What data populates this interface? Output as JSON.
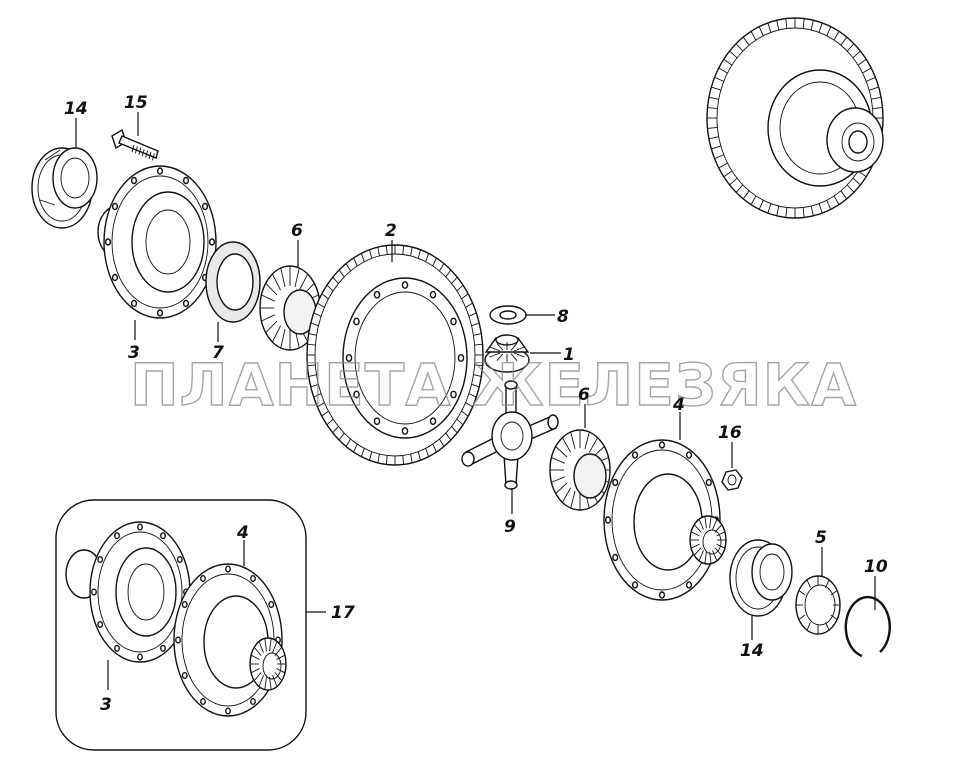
{
  "watermark": "ПЛАНЕТА ЖЕЛЕЗЯКА",
  "callouts": {
    "c14a": "14",
    "c15": "15",
    "c3a": "3",
    "c7": "7",
    "c6a": "6",
    "c2": "2",
    "c8": "8",
    "c1": "1",
    "c6b": "6",
    "c4a": "4",
    "c16": "16",
    "c9": "9",
    "c5": "5",
    "c10": "10",
    "c14b": "14",
    "c4b": "4",
    "c17": "17",
    "c3b": "3"
  }
}
